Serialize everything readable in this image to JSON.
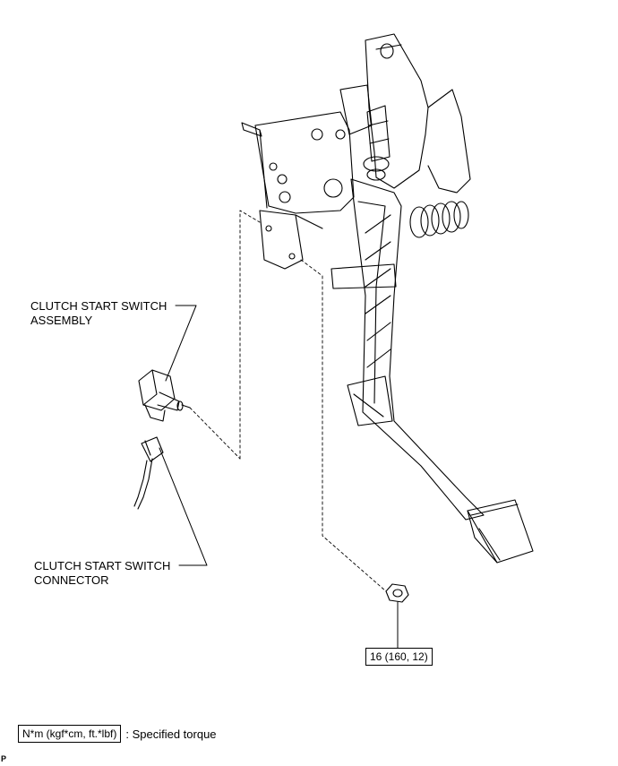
{
  "labels": {
    "switch_assembly": [
      "CLUTCH START SWITCH",
      "ASSEMBLY"
    ],
    "switch_connector": [
      "CLUTCH START SWITCH",
      "CONNECTOR"
    ]
  },
  "torque": {
    "nut_value": "16 (160, 12)"
  },
  "legend": {
    "unit_box": "N*m (kgf*cm, ft.*lbf)",
    "description": ": Specified torque"
  },
  "corner_mark": "P",
  "colors": {
    "line": "#000000",
    "background": "#ffffff"
  }
}
